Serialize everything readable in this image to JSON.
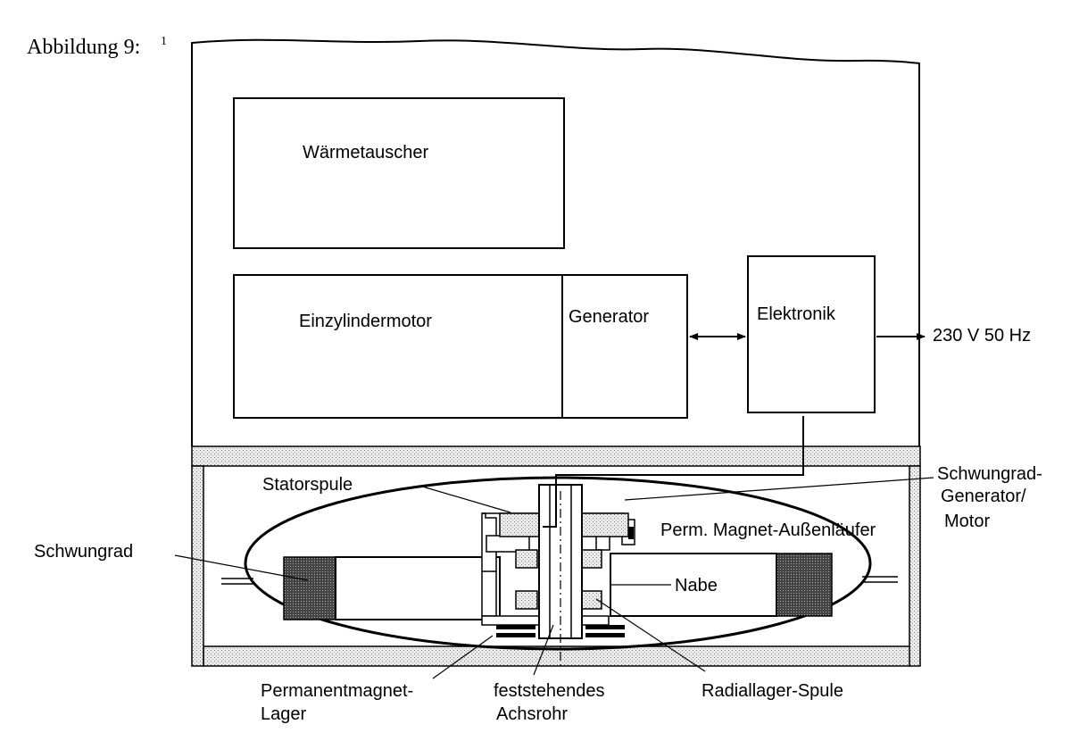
{
  "figure": {
    "caption": "Abbildung 9:",
    "footnote_mark": "1"
  },
  "blocks": {
    "heat_exchanger": "Wärmetauscher",
    "engine": "Einzylindermotor",
    "generator": "Generator",
    "electronics": "Elektronik",
    "output": "230 V 50 Hz"
  },
  "flywheel_labels": {
    "stator_coil": "Statorspule",
    "flywheel_generator_line1": "Schwungrad-",
    "flywheel_generator_line2": "Generator/",
    "flywheel_generator_line3": "Motor",
    "perm_magnet_rotor": "Perm. Magnet-Außenläufer",
    "flywheel": "Schwungrad",
    "hub": "Nabe",
    "pm_bearing_line1": "Permanentmagnet-",
    "pm_bearing_line2": "Lager",
    "axle_line1": "feststehendes",
    "axle_line2": "Achsrohr",
    "radial_bearing_coil": "Radiallager-Spule"
  },
  "colors": {
    "ink": "#000000",
    "stipple": "#d4d4d4",
    "dense_fill": "#333333"
  }
}
